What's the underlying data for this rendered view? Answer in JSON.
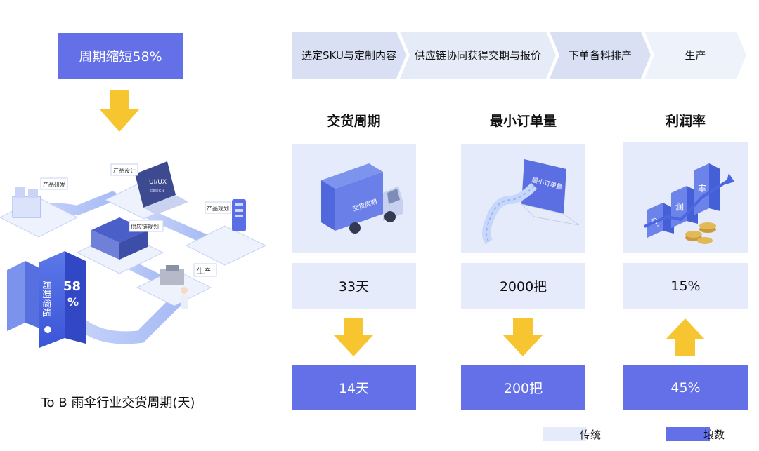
{
  "headline": "周期缩短58%",
  "caption": "To B 雨伞行业交货周期(天)",
  "illustration": {
    "labels": [
      "产品研发",
      "产品设计",
      "UI/UX",
      "DESIGN",
      "产品规划",
      "供应链规划",
      "生产"
    ],
    "tower_text": "周期缩短",
    "tower_pct": "58",
    "tower_pct_sign": "%"
  },
  "process_steps": [
    "选定SKU与定制内容",
    "供应链协同获得交期与报价",
    "下单备料排产",
    "生产"
  ],
  "metrics": [
    {
      "title": "交货周期",
      "icon_label": "交货周期",
      "traditional": "33天",
      "new": "14天",
      "trend": "down"
    },
    {
      "title": "最小订单量",
      "icon_label": "最小订单量",
      "traditional": "2000把",
      "new": "200把",
      "trend": "down"
    },
    {
      "title": "利润率",
      "icon_label": "利润率",
      "icon_chars": [
        "利",
        "润",
        "率"
      ],
      "traditional": "15%",
      "new": "45%",
      "trend": "up"
    }
  ],
  "legend": [
    {
      "label": "传统",
      "color": "#e5ebfb"
    },
    {
      "label": "埌数",
      "color": "#6470e8"
    }
  ],
  "colors": {
    "accent": "#6470e8",
    "light": "#e5ebfb",
    "arrow": "#f7c530"
  }
}
